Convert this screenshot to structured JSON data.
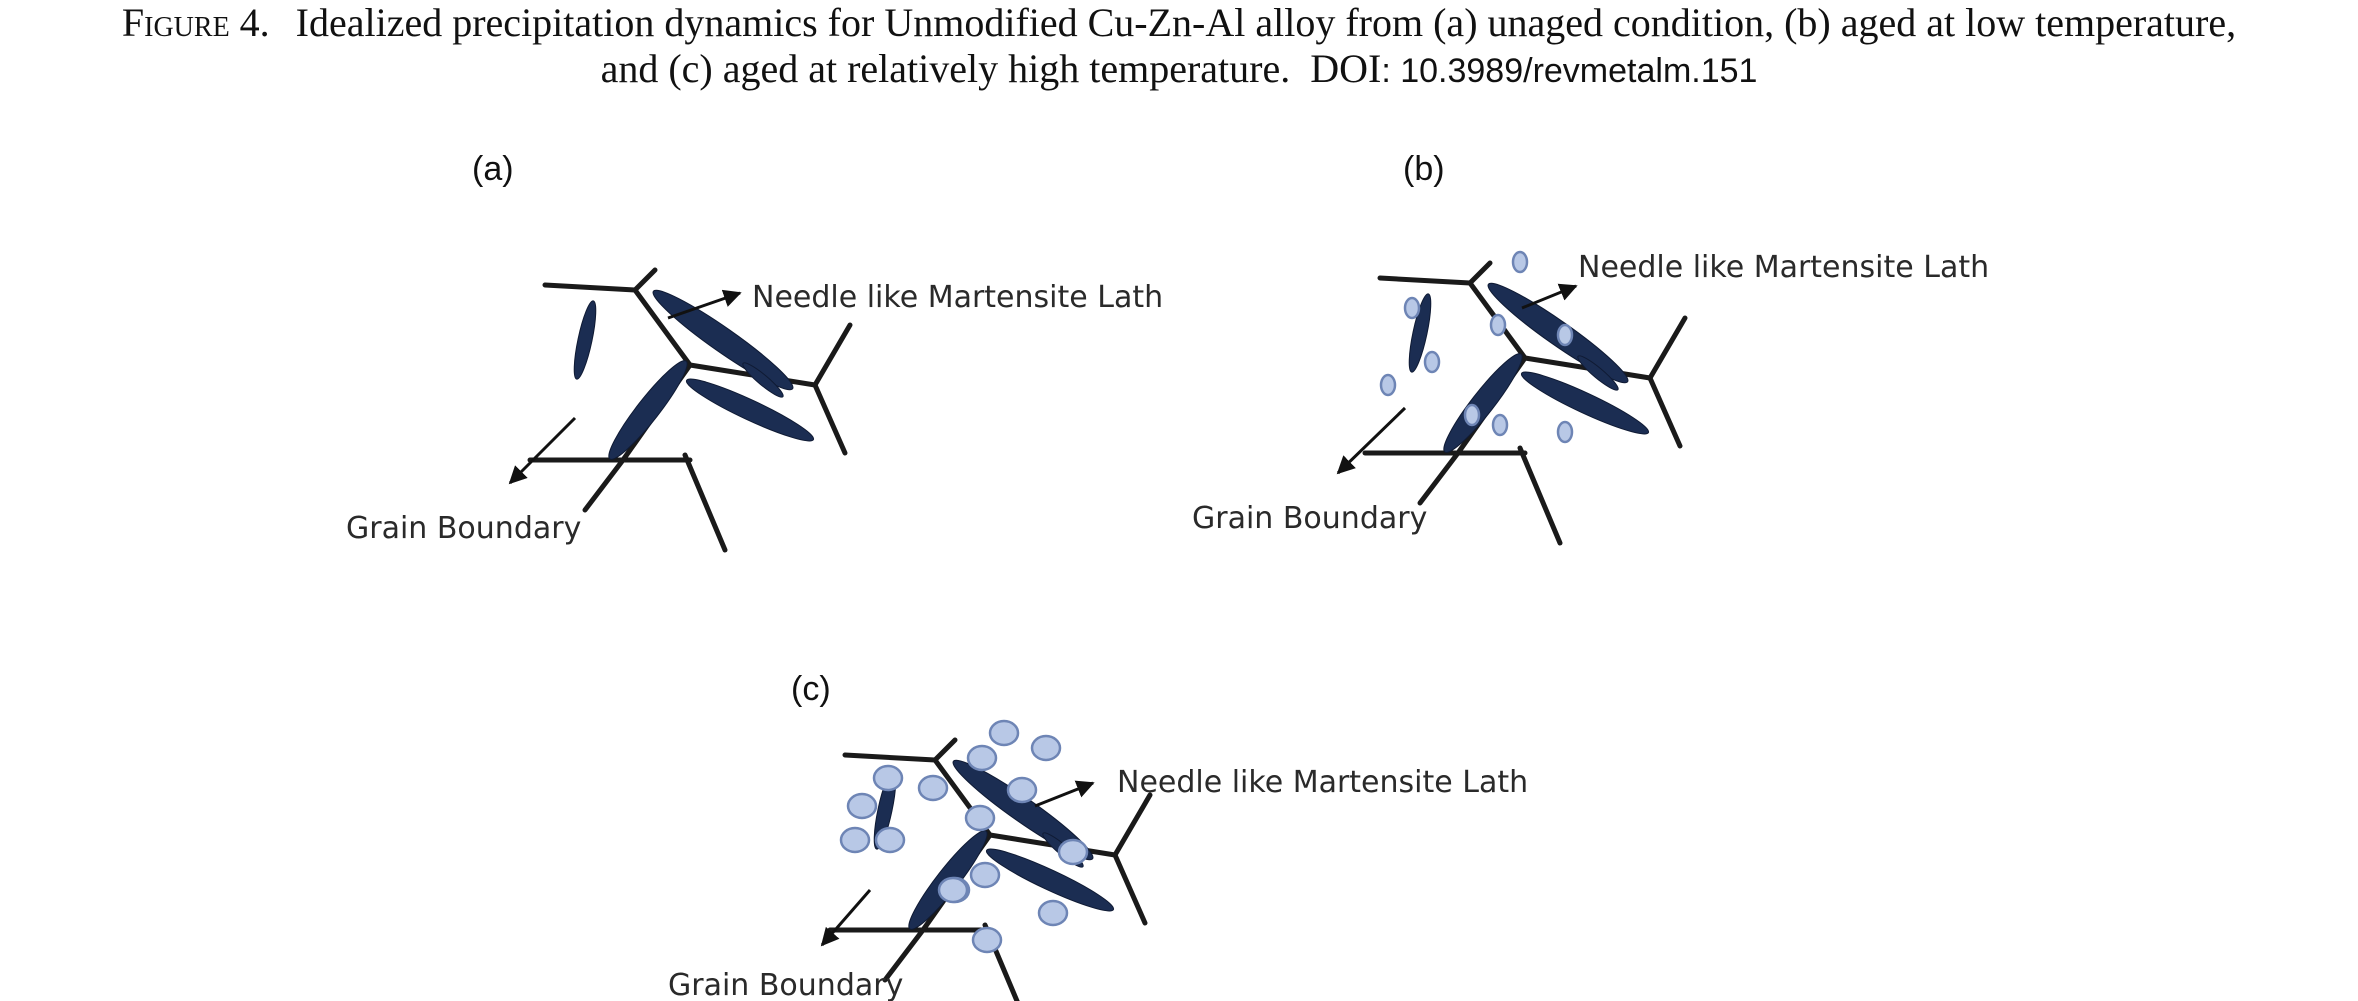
{
  "caption": {
    "label": "Figure 4.",
    "line1_text": "Idealized precipitation dynamics for Unmodified Cu-Zn-Al alloy from (a) unaged condition, (b) aged at low temperature,",
    "line2_text": "and (c) aged at relatively high temperature.",
    "doi_key": "DOI",
    "doi_value": ": 10.3989/revmetalm.151"
  },
  "panels": {
    "a": {
      "label": "(a)",
      "lath_label": "Needle like Martensite Lath",
      "boundary_label": "Grain Boundary",
      "precipitates": "none"
    },
    "b": {
      "label": "(b)",
      "lath_label": "Needle like Martensite Lath",
      "boundary_label": "Grain Boundary",
      "precipitates": "small"
    },
    "c": {
      "label": "(c)",
      "lath_label": "Needle like Martensite Lath",
      "boundary_label": "Grain Boundary",
      "precipitates": "large"
    }
  },
  "colors": {
    "lath": "#1b2d52",
    "precipitate_fill": "#b8c8e6",
    "precipitate_edge": "#6e85b5",
    "boundary": "#1a1a1a"
  }
}
